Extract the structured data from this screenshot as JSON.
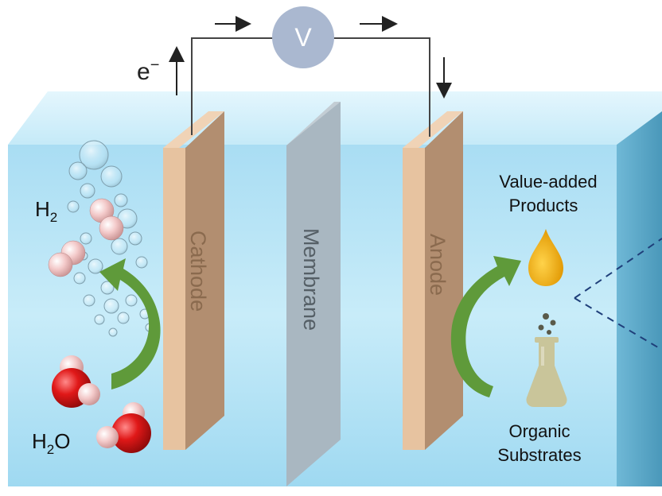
{
  "labels": {
    "voltmeter": "V",
    "electron": "e",
    "electron_sign": "−",
    "cathode": "Cathode",
    "membrane": "Membrane",
    "anode": "Anode",
    "hydrogen": "H",
    "hydrogen_sub": "2",
    "water_h": "H",
    "water_sub": "2",
    "water_o": "O",
    "products_line1": "Value-added",
    "products_line2": "Products",
    "substrates_line1": "Organic",
    "substrates_line2": "Substrates"
  },
  "colors": {
    "electrolyte_front": "#bfe6f6",
    "electrolyte_top": "#d6f1fb",
    "electrolyte_side": "#5aa9c8",
    "electrode_front": "#e7c3a0",
    "electrode_side": "#b28e70",
    "electrode_text": "#8a6a4e",
    "membrane": "#a9b7c1",
    "membrane_text": "#555f66",
    "voltmeter": "#aab8d0",
    "arrow_green": "#5f9a3a",
    "oxygen_red": "#e01818",
    "hydrogen_pink": "#f3c6c6",
    "droplet": "#f2b51c",
    "flask": "#c9c59a",
    "dash_line": "#1f3f7a"
  }
}
